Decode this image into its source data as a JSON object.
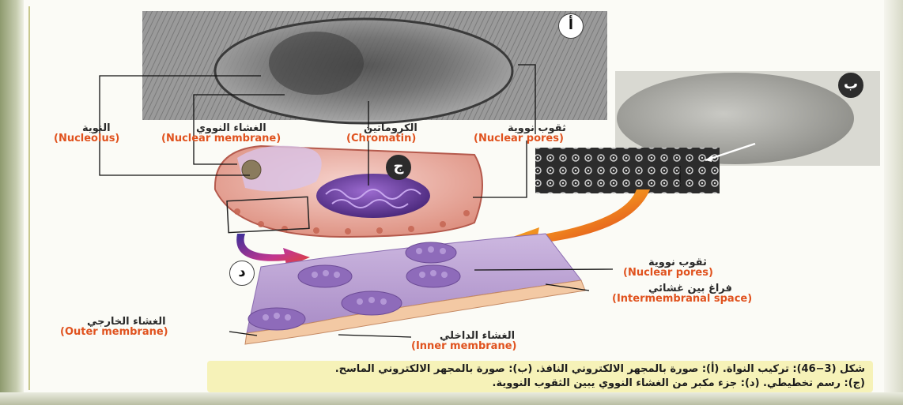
{
  "badges": {
    "a": "أ",
    "b": "ب",
    "c": "ج",
    "d": "د"
  },
  "labels": {
    "nucleolus_ar": "النوية",
    "nucleolus_en": "(Nucleolus)",
    "nuclear_membrane_ar": "الغشاء النووي",
    "nuclear_membrane_en": "(Nuclear membrane)",
    "chromatin_ar": "الكروماتين",
    "chromatin_en": "(Chromatin)",
    "nuclear_pores_ar": "ثقوب نووية",
    "nuclear_pores_en": "(Nuclear pores)",
    "pores_lower_ar": "ثقوب نووية",
    "pores_lower_en": "(Nuclear pores)",
    "intermembranal_ar": "فراغ بين غشائي",
    "intermembranal_en": "(Intermembranal space)",
    "outer_ar": "الغشاء الخارجي",
    "outer_en": "(Outer membrane)",
    "inner_ar": "الغشاء الداخلي",
    "inner_en": "(Inner membrane)"
  },
  "caption": {
    "line1": "شكل (3−46): تركيب النواة. (أ): صورة بالمجهر الالكتروني النافذ. (ب): صورة بالمجهر الالكتروني الماسح.",
    "line2": "(ج): رسم تخطيطي. (د): جزء مكبر من الغشاء النووي يبين الثقوب النووية."
  },
  "colors": {
    "label_en": "#e0521e",
    "caption_bg": "#f6f2b8",
    "membrane": "#a98fc4",
    "nucleus_pink": "#e79a8c",
    "chromatin": "#6a3f9c"
  }
}
